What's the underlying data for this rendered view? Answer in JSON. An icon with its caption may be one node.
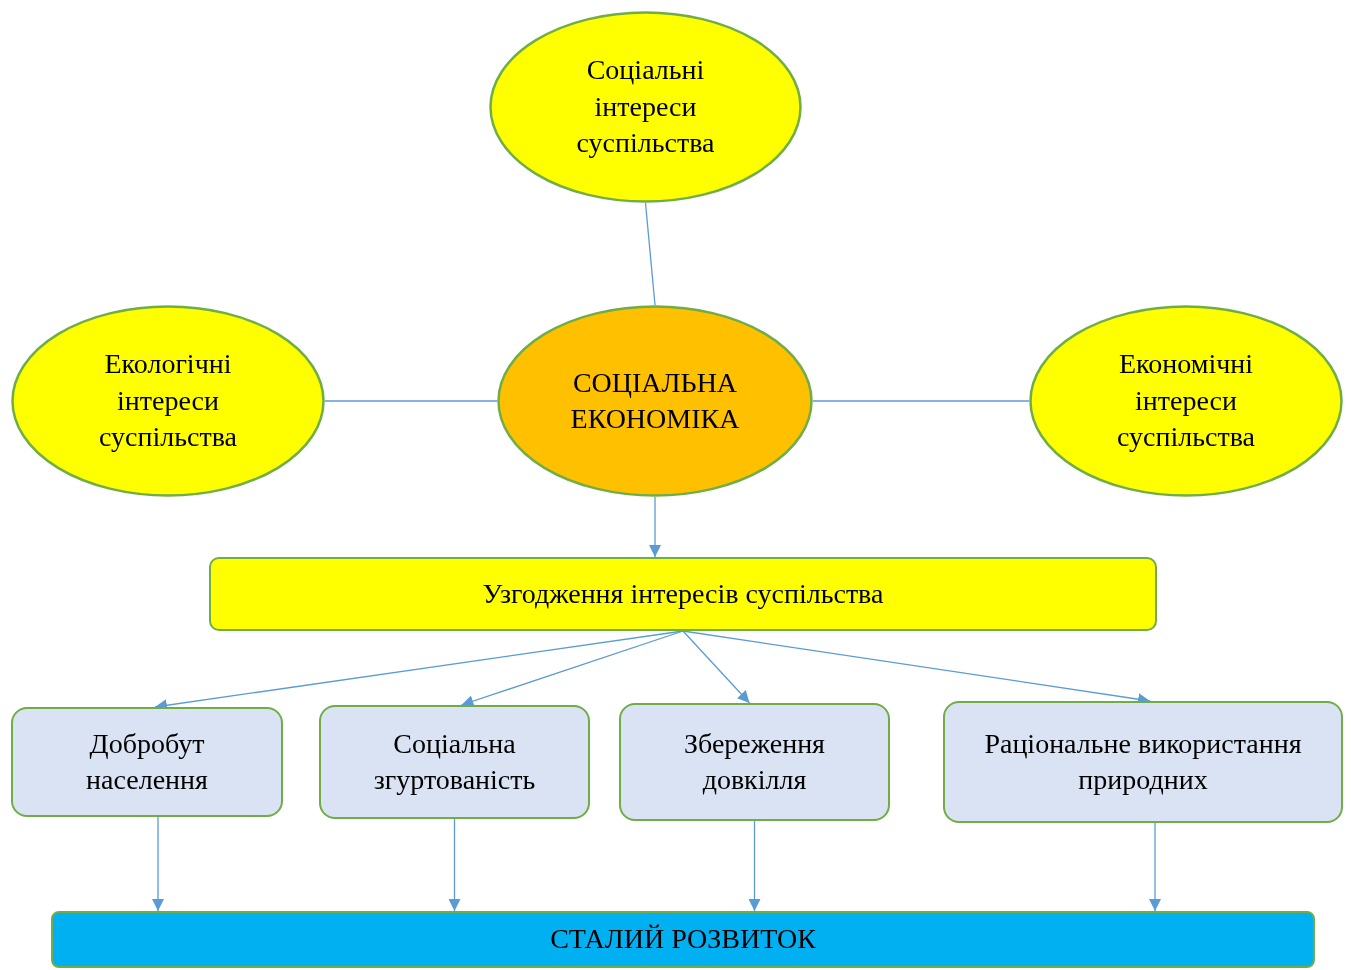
{
  "diagram": {
    "nodes": [
      {
        "text": [
          "Соціальні інтереси суспільства"
        ]
      },
      {
        "text": [
          "Екологічні інтереси суспільства"
        ]
      },
      {
        "text": [
          "СОЦІАЛЬНА ЕКОНОМІКА"
        ]
      },
      {
        "text": [
          "Економічні інтереси суспільства"
        ]
      },
      {
        "text": [
          "Узгодження інтересів суспільства"
        ]
      },
      {
        "text": [
          "Добробут населення"
        ]
      },
      {
        "text": [
          "Соціальна згуртованість"
        ]
      },
      {
        "text": [
          "Збереження довкілля"
        ]
      },
      {
        "text": [
          "Раціональне використання природних"
        ]
      },
      {
        "text": [
          "СТАЛИЙ РОЗВИТОК"
        ]
      }
    ],
    "edges": [
      {
        "from": 0,
        "to": 2,
        "arrow": "none"
      },
      {
        "from": 1,
        "to": 2,
        "arrow": "none"
      },
      {
        "from": 2,
        "to": 3,
        "arrow": "none"
      },
      {
        "from": 2,
        "to": 4,
        "arrow": "to"
      },
      {
        "from": 4,
        "to": 5,
        "arrow": "to"
      },
      {
        "from": 4,
        "to": 6,
        "arrow": "to"
      },
      {
        "from": 4,
        "to": 7,
        "arrow": "to"
      },
      {
        "from": 4,
        "to": 8,
        "arrow": "to"
      },
      {
        "from": 5,
        "to": 9,
        "arrow": "to"
      },
      {
        "from": 6,
        "to": 9,
        "arrow": "to"
      },
      {
        "from": 7,
        "to": 9,
        "arrow": "to"
      },
      {
        "from": 8,
        "to": 9,
        "arrow": "to"
      }
    ]
  }
}
